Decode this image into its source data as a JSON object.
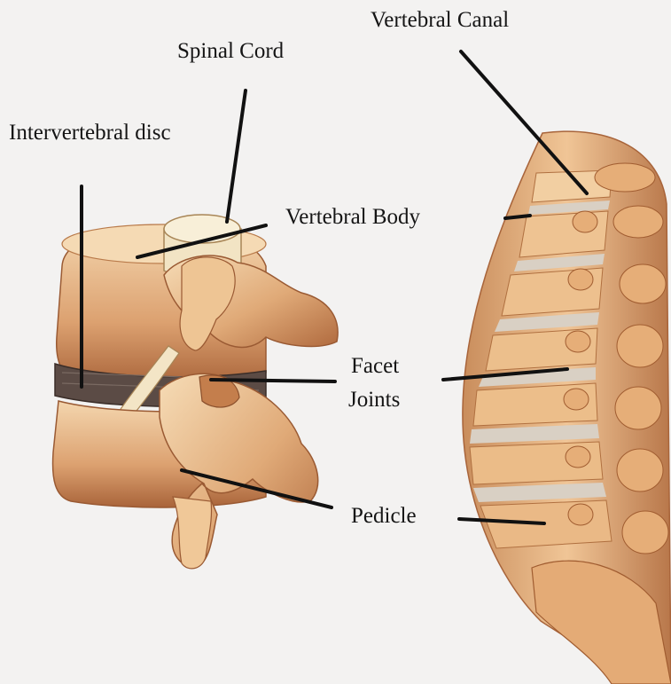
{
  "labels": {
    "vertebral_canal": "Vertebral Canal",
    "spinal_cord": "Spinal Cord",
    "intervertebral_disc": "Intervertebral disc",
    "vertebral_body": "Vertebral Body",
    "facet_joints_line1": "Facet",
    "facet_joints_line2": "Joints",
    "pedicle": "Pedicle"
  },
  "colors": {
    "background": "#f3f2f1",
    "bone_light": "#f3d2a8",
    "bone_mid": "#dba272",
    "bone_shadow": "#a8643a",
    "disc": "#5a4a44",
    "spinal_disc_light": "#d8d0c4",
    "leader_line": "#111111"
  }
}
